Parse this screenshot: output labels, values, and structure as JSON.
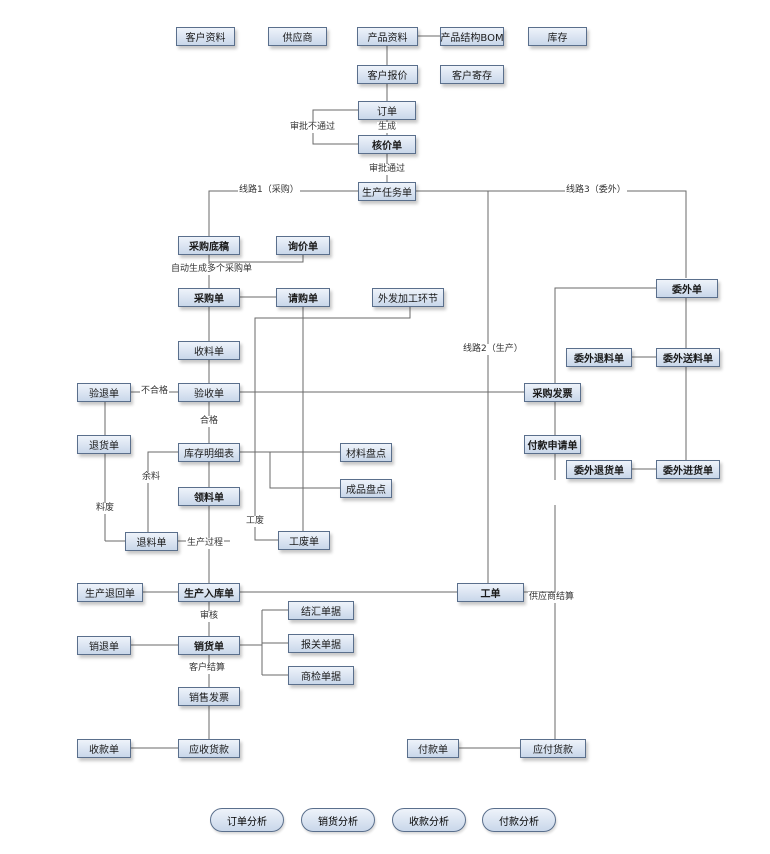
{
  "nodes": {
    "customer_info": "客户资料",
    "supplier": "供应商",
    "product_info": "产品资料",
    "product_bom": "产品结构BOM",
    "inventory": "库存",
    "customer_quote": "客户报价",
    "customer_consign": "客户寄存",
    "order": "订单",
    "core_price": "核价单",
    "production_task": "生产任务单",
    "purchase_draft": "采购底稿",
    "inquiry": "询价单",
    "purchase_order": "采购单",
    "requisition": "请购单",
    "outsource_process": "外发加工环节",
    "outsource": "委外单",
    "receipt": "收料单",
    "outsource_material_return": "委外退料单",
    "outsource_material_send": "委外送料单",
    "return_goods": "验退单",
    "inspection": "验收单",
    "purchase_invoice": "采购发票",
    "return_note": "退货单",
    "stock_detail": "库存明细表",
    "material_count": "材料盘点",
    "payment_request": "付款申请单",
    "outsource_return_goods": "委外退货单",
    "outsource_receive_goods": "委外进货单",
    "material_issue": "领料单",
    "finished_count": "成品盘点",
    "material_return": "退料单",
    "scrap_form": "工废单",
    "production_return": "生产退回单",
    "production_in": "生产入库单",
    "work_order": "工单",
    "settlement_doc": "结汇单据",
    "sales_return": "销退单",
    "sales_delivery": "销货单",
    "customs_doc": "报关单据",
    "inspection_doc": "商检单据",
    "sales_invoice": "销售发票",
    "collection": "收款单",
    "receivable": "应收货款",
    "payment": "付款单",
    "payable": "应付货款"
  },
  "labels": {
    "approval_fail": "审批不通过",
    "generate": "生成",
    "approval_pass": "审批通过",
    "route1": "线路1（采购）",
    "route3": "线路3（委外）",
    "route2": "线路2（生产）",
    "auto_generate": "自动生成多个采购单",
    "unqualified": "不合格",
    "qualified": "合格",
    "leftover": "余料",
    "scrap_material": "料废",
    "work_scrap": "工废",
    "production_process": "生产过程",
    "review": "审核",
    "customer_settlement": "客户结算",
    "supplier_settlement": "供应商结算"
  },
  "analysis": {
    "order_analysis": "订单分析",
    "sales_analysis": "销货分析",
    "collection_analysis": "收款分析",
    "payment_analysis": "付款分析"
  }
}
